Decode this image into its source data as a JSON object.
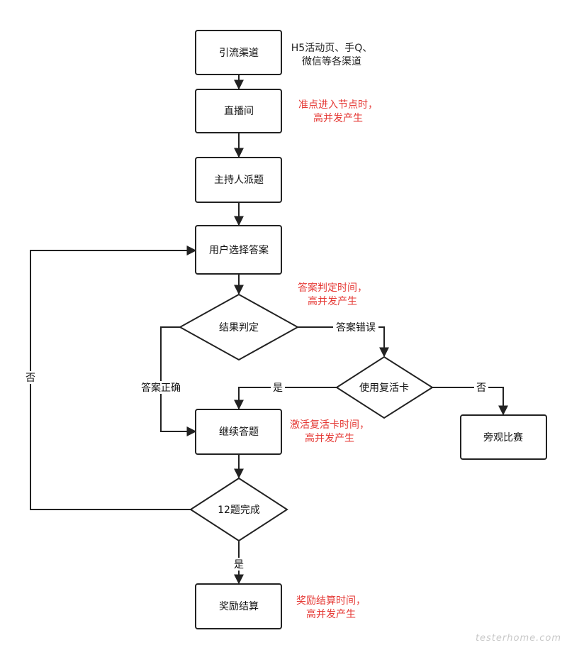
{
  "nodes": {
    "traffic": "引流渠道",
    "live_room": "直播间",
    "host_question": "主持人派题",
    "user_choose": "用户选择答案",
    "judge": "结果判定",
    "revive_card": "使用复活卡",
    "continue": "继续答题",
    "spectate": "旁观比赛",
    "twelve_done": "12题完成",
    "reward": "奖励结算"
  },
  "edges": {
    "wrong": "答案错误",
    "correct": "答案正确",
    "yes_revive": "是",
    "no_revive": "否",
    "no_loop": "否",
    "yes_done": "是"
  },
  "notes": {
    "traffic": [
      "H5活动页、手Q、",
      "微信等各渠道"
    ],
    "live_room": [
      "准点进入节点时，",
      "高并发产生"
    ],
    "judge": [
      "答案判定时间，",
      "高并发产生"
    ],
    "continue": [
      "激活复活卡时间，",
      "高并发产生"
    ],
    "reward": [
      "奖励结算时间，",
      "高并发产生"
    ]
  },
  "watermark": "testerhome.com",
  "colors": {
    "stroke": "#222222",
    "note_red": "#e53935"
  }
}
